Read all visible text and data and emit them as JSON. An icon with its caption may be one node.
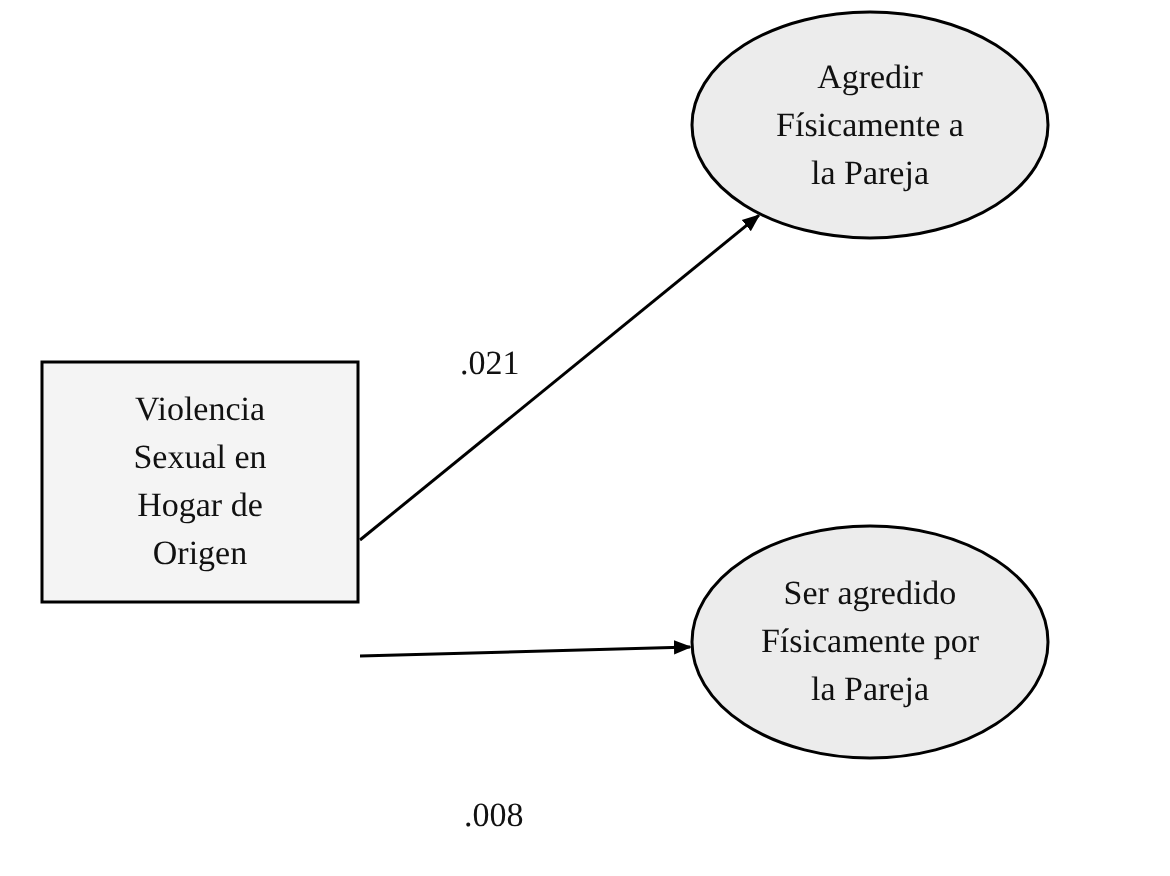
{
  "diagram": {
    "nodes": [
      {
        "text": [
          "Violencia Sexual en Hogar de Origen"
        ]
      },
      {
        "text": [
          "Agredir Físicamente a la Pareja"
        ]
      },
      {
        "text": [
          "Ser agredido Físicamente por la Pareja"
        ]
      }
    ],
    "edges": [
      {
        "from": 0,
        "to": 1,
        "arrow": "to",
        "label": ".021"
      },
      {
        "from": 0,
        "to": 2,
        "arrow": "to",
        "label": ".008"
      }
    ]
  }
}
